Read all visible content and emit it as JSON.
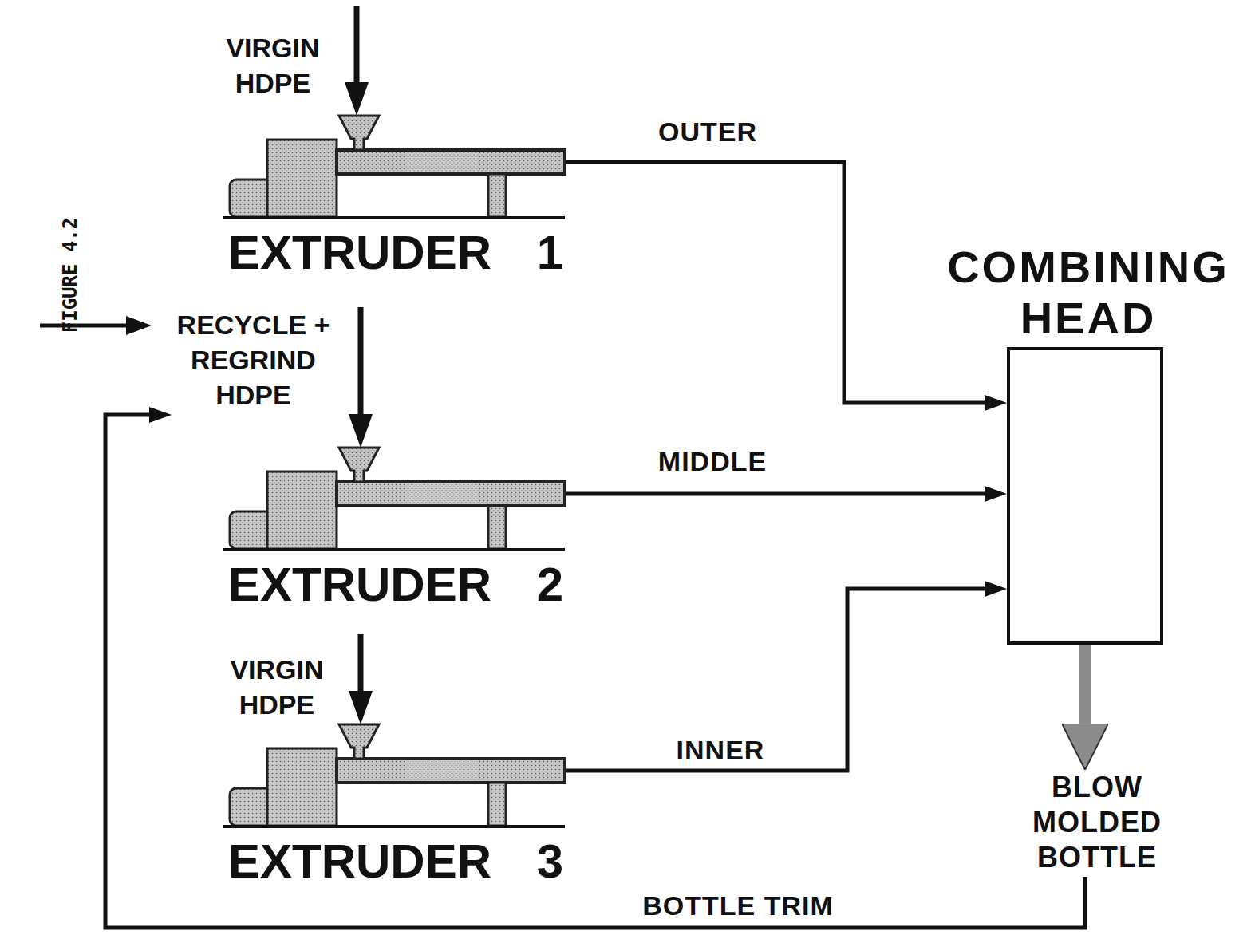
{
  "diagram": {
    "nodes": [
      {
        "text": [
          "VIRGIN HDPE"
        ]
      },
      {
        "text": [
          "EXTRUDER 1"
        ]
      },
      {
        "text": [
          "RECYCLE + REGRIND HDPE"
        ]
      },
      {
        "text": [
          "EXTRUDER 2"
        ]
      },
      {
        "text": [
          "VIRGIN HDPE"
        ]
      },
      {
        "text": [
          "EXTRUDER 3"
        ]
      },
      {
        "text": [
          "COMBINING HEAD"
        ]
      },
      {
        "text": [
          "BLOW MOLDED BOTTLE"
        ]
      }
    ],
    "edges": [
      {
        "from": 0,
        "to": 1,
        "arrow": "to"
      },
      {
        "from": 2,
        "to": 3,
        "arrow": "to"
      },
      {
        "from": 4,
        "to": 5,
        "arrow": "to"
      },
      {
        "from": 1,
        "to": 6,
        "label": "OUTER",
        "arrow": "to"
      },
      {
        "from": 3,
        "to": 6,
        "label": "MIDDLE",
        "arrow": "to"
      },
      {
        "from": 5,
        "to": 6,
        "label": "INNER",
        "arrow": "to"
      },
      {
        "from": 6,
        "to": 7,
        "arrow": "to"
      },
      {
        "from": 7,
        "to": 2,
        "label": "BOTTLE TRIM",
        "arrow": "to"
      }
    ],
    "labels": [
      "FIGURE 4.2"
    ]
  }
}
